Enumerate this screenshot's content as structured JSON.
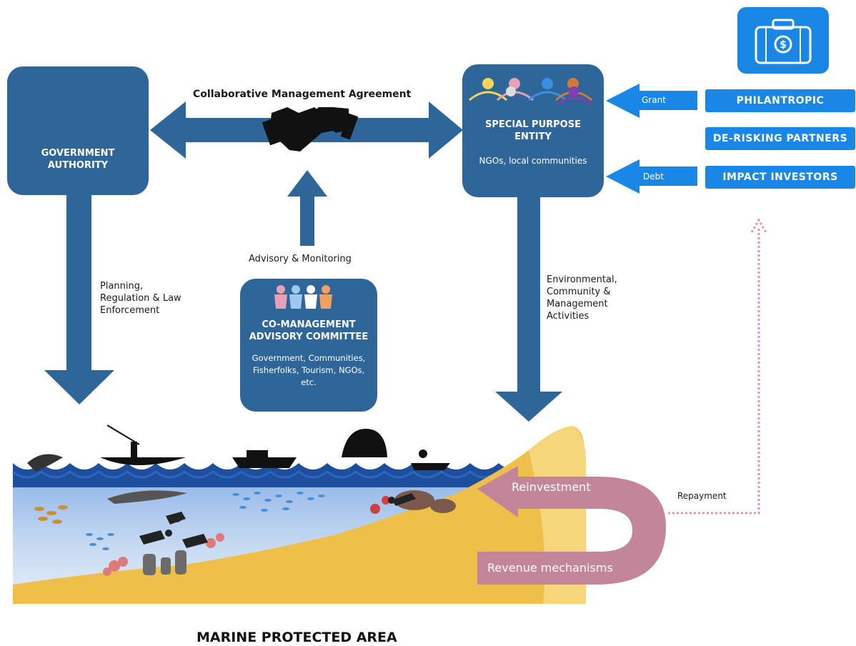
{
  "labels": {
    "agreement": "Collaborative Management Agreement",
    "advisory": "Advisory & Monitoring",
    "gov_title": "GOVERNMENT\nAUTHORITY",
    "spe_title": "SPECIAL PURPOSE\nENTITY",
    "spe_sub": "NGOs, local communities",
    "comm_title": "CO-MANAGEMENT\nADVISORY COMMITTEE",
    "comm_sub": "Government, Communities,\nFisherfolks, Tourism, NGOs,\netc.",
    "planning": "Planning,\nRegulation & Law\nEnforcement",
    "activities": "Environmental,\nCommunity &\nManagement\nActivities",
    "grant": "Grant",
    "debt": "Debt",
    "repayment": "Repayment",
    "reinvestment": "Reinvestment",
    "revenue": "Revenue mechanisms",
    "mpa": "MARINE PROTECTED AREA"
  },
  "funders": [
    "PHILANTROPIC",
    "DE-RISKING PARTNERS",
    "IMPACT INVESTORS"
  ],
  "icons": [
    "government-building-icon",
    "people-group-icon",
    "handshake-icon",
    "paper-people-icon",
    "money-briefcase-icon"
  ],
  "colors": {
    "box": "#2e6699",
    "funder": "#1a87e6",
    "arrow_pink": "#c3859a",
    "sea": "#1e4f9c",
    "sand": "#eec04a"
  }
}
